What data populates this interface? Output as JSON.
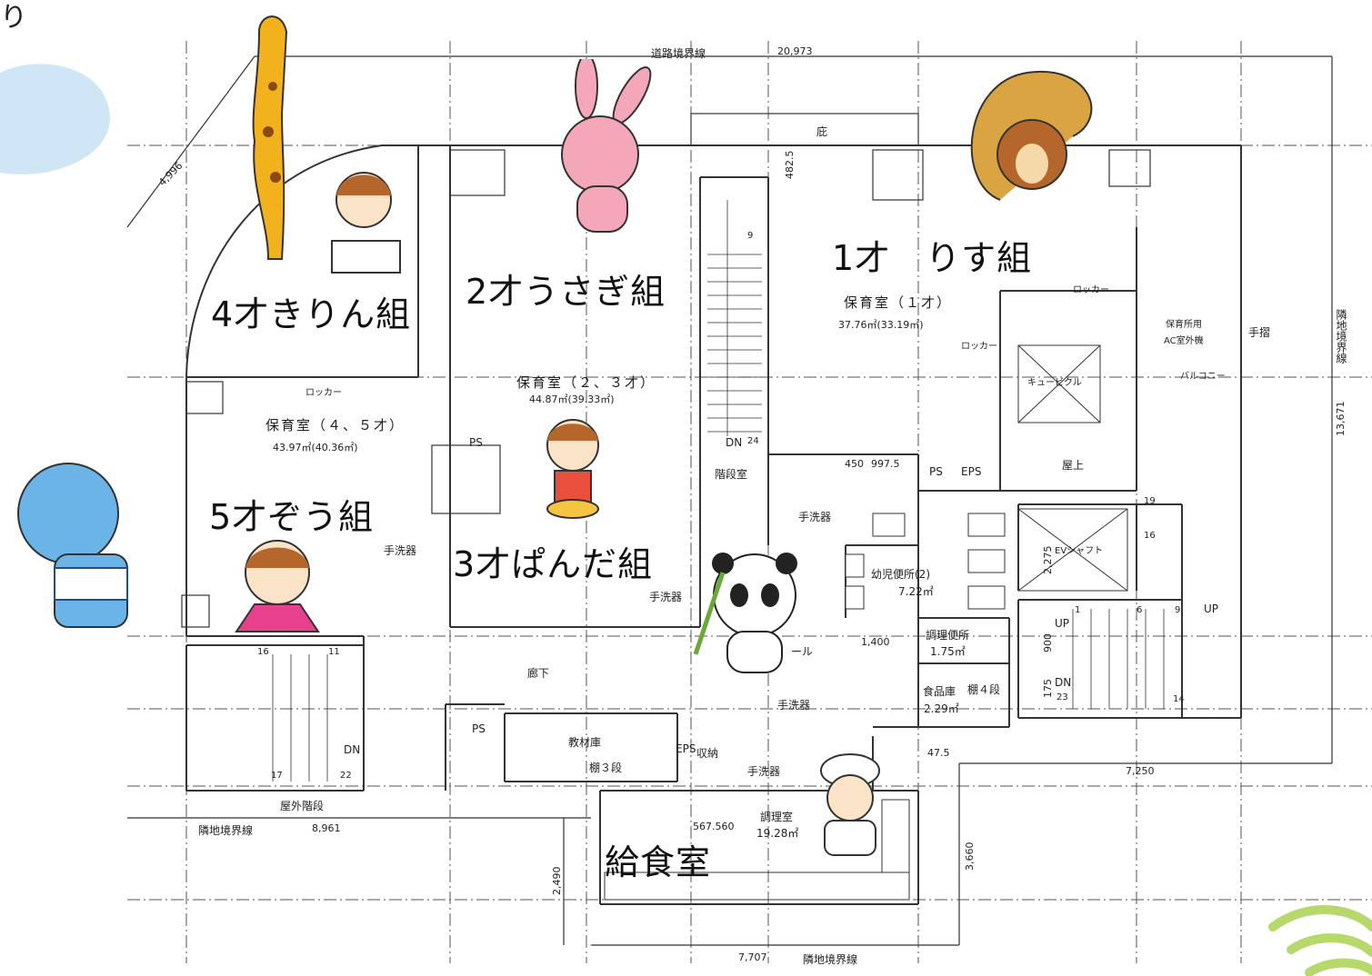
{
  "corner_text": "り",
  "groups": {
    "kirin": "4才きりん組",
    "usagi": "2才うさぎ組",
    "risu": "1才　りす組",
    "zou": "5才ぞう組",
    "panda": "3才ぱんだ組",
    "kyushoku": "給食室"
  },
  "rooms": {
    "room45_name": "保育室（４、５才）",
    "room45_area": "43.97㎡(40.36㎡)",
    "room23_name": "保育室（２、３才）",
    "room23_area": "44.87㎡(39.33㎡)",
    "room1_name": "保育室（１才）",
    "room1_area": "37.76㎡(33.19㎡)",
    "toilet_name": "幼児便所(2)",
    "toilet_area": "7.22㎡",
    "cook_toilet_name": "調理便所",
    "cook_toilet_area": "1.75㎡",
    "pantry_name": "食品庫",
    "pantry_shelf": "棚４段",
    "pantry_area": "2.29㎡",
    "kitchen_name": "調理室",
    "kitchen_area": "19.28㎡",
    "storage_name": "教材庫",
    "storage_shelf": "棚３段",
    "corridor": "廊下",
    "stair_room": "階段室",
    "outdoor_stair": "屋外階段",
    "hall": "ール",
    "closet": "収納",
    "balcony": "バルコニー",
    "rooftop": "屋上",
    "cubicle": "キュービクル",
    "ev_shaft": "EVシャフト",
    "ac_unit_1": "保育所用",
    "ac_unit_2": "AC室外機",
    "handrail": "手摺",
    "eaves": "庇"
  },
  "fixtures": {
    "locker": "ロッカー",
    "sink": "手洗器",
    "ps": "PS",
    "eps": "EPS",
    "dn": "DN",
    "up": "UP"
  },
  "boundaries": {
    "road": "道路境界線",
    "neighbor": "隣地境界線"
  },
  "dimensions": {
    "road_width": "20,973",
    "diag": "4,996",
    "eaves_depth": "482.5",
    "right_total": "13,671",
    "bottom_left": "8,961",
    "bottom_mid": "7,707",
    "right_low": "7,250",
    "d450": "450",
    "d997": "997.5",
    "d2275": "2,275",
    "d1400": "1,400",
    "d900": "900",
    "d175": "175",
    "d475": "47.5",
    "d567": "567.560",
    "d2490": "2,490",
    "d3660": "3,660"
  },
  "stair_numbers": {
    "s9": "9",
    "s24": "24",
    "s16": "16",
    "s11": "11",
    "s17": "17",
    "s22": "22",
    "r19": "19",
    "r16": "16",
    "r1": "1",
    "r6": "6",
    "r9": "9",
    "r23": "23",
    "r14": "14"
  },
  "colors": {
    "wall": "#333333",
    "axis": "#555555",
    "giraffe": "#f2b21e",
    "rabbit": "#f4a7b9",
    "squirrel": "#d9a441",
    "elephant": "#6ab4e8",
    "panda": "#222222",
    "cloud": "#cfe6f7",
    "leaf": "#b7d86a"
  }
}
